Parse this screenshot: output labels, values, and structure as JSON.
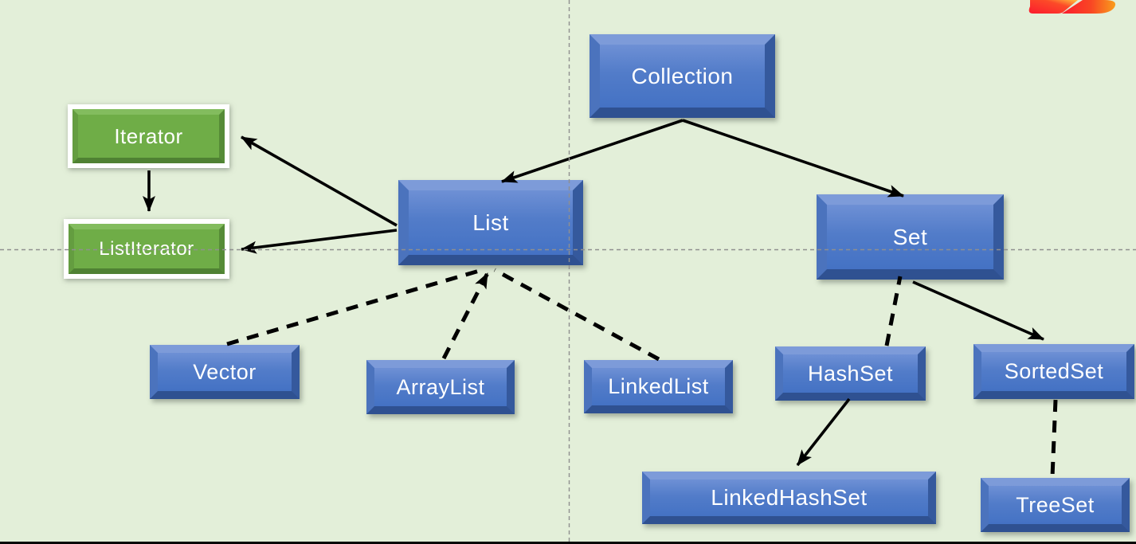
{
  "canvas": {
    "background_color": "#e3efd9",
    "guide_color": "#8f8f8f",
    "bottom_bar_color": "#050505",
    "blue_node_color": "#4472c4",
    "green_node_color": "#70ad47",
    "connector_color": "#000000"
  },
  "logo": {
    "name": "red-orange-swoosh-logo",
    "colors": [
      "#fb1b2e",
      "#f99d1c"
    ]
  },
  "nodes": {
    "collection": {
      "label": "Collection",
      "color": "#4472c4"
    },
    "list": {
      "label": "List",
      "color": "#4472c4"
    },
    "set": {
      "label": "Set",
      "color": "#4472c4"
    },
    "iterator": {
      "label": "Iterator",
      "color": "#70ad47"
    },
    "listiterator": {
      "label": "ListIterator",
      "color": "#70ad47"
    },
    "vector": {
      "label": "Vector",
      "color": "#4472c4"
    },
    "arraylist": {
      "label": "ArrayList",
      "color": "#4472c4"
    },
    "linkedlist": {
      "label": "LinkedList",
      "color": "#4472c4"
    },
    "hashset": {
      "label": "HashSet",
      "color": "#4472c4"
    },
    "sortedset": {
      "label": "SortedSet",
      "color": "#4472c4"
    },
    "linkedhashset": {
      "label": "LinkedHashSet",
      "color": "#4472c4"
    },
    "treeset": {
      "label": "TreeSet",
      "color": "#4472c4"
    }
  },
  "edges": [
    {
      "from": "Collection",
      "to": "List",
      "style": "solid-arrow"
    },
    {
      "from": "Collection",
      "to": "Set",
      "style": "solid-arrow"
    },
    {
      "from": "List",
      "to": "Iterator",
      "style": "solid-arrow"
    },
    {
      "from": "List",
      "to": "ListIterator",
      "style": "solid-arrow"
    },
    {
      "from": "Iterator",
      "to": "ListIterator",
      "style": "solid-arrow"
    },
    {
      "from": "Vector",
      "to": "List",
      "style": "dashed"
    },
    {
      "from": "ArrayList",
      "to": "List",
      "style": "dashed-arrow"
    },
    {
      "from": "LinkedList",
      "to": "List",
      "style": "dashed"
    },
    {
      "from": "HashSet",
      "to": "Set",
      "style": "dashed"
    },
    {
      "from": "Set",
      "to": "SortedSet",
      "style": "solid-arrow"
    },
    {
      "from": "HashSet",
      "to": "LinkedHashSet",
      "style": "solid-arrow"
    },
    {
      "from": "SortedSet",
      "to": "TreeSet",
      "style": "dashed"
    }
  ]
}
